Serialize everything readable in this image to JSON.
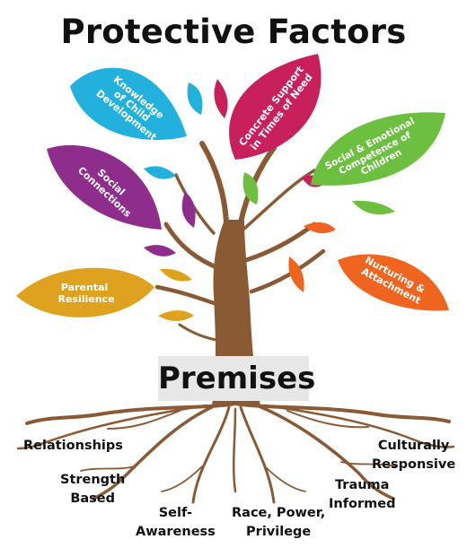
{
  "title": "Protective Factors",
  "premises_heading": "Premises",
  "colors": {
    "trunk": "#8a5a34",
    "leaf_blue": "#22b1dd",
    "leaf_magenta": "#c8205a",
    "leaf_green": "#6dbf3f",
    "leaf_purple": "#8e2d8c",
    "leaf_orange": "#ef6520",
    "leaf_gold": "#dfa21f"
  },
  "protective_factors": [
    {
      "line1": "Knowledge",
      "line2": "of Child",
      "line3": "Development"
    },
    {
      "line1": "Concrete Support",
      "line2": "in Times of Need"
    },
    {
      "line1": "Social & Emotional",
      "line2": "Competence of",
      "line3": "Children"
    },
    {
      "line1": "Social",
      "line2": "Connections"
    },
    {
      "line1": "Nurturing &",
      "line2": "Attachment"
    },
    {
      "line1": "Parental",
      "line2": "Resilience"
    }
  ],
  "premises": [
    {
      "line1": "Relationships"
    },
    {
      "line1": "Strength",
      "line2": "Based"
    },
    {
      "line1": "Self-",
      "line2": "Awareness"
    },
    {
      "line1": "Race, Power,",
      "line2": "Privilege"
    },
    {
      "line1": "Trauma",
      "line2": "Informed"
    },
    {
      "line1": "Culturally",
      "line2": "Responsive"
    }
  ]
}
